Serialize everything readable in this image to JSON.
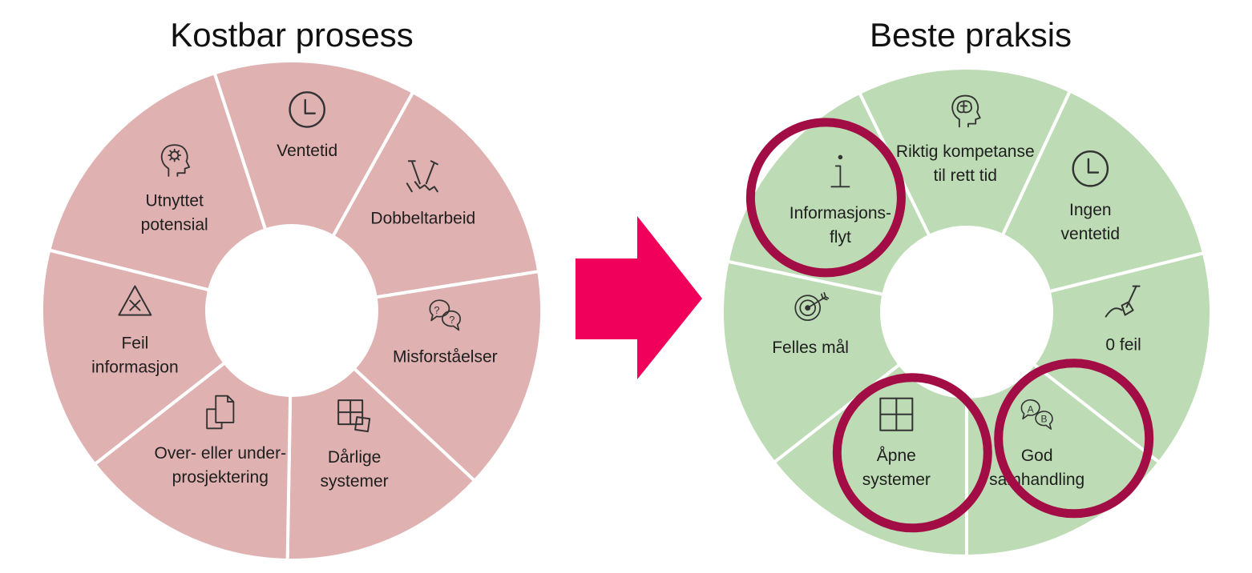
{
  "left_wheel": {
    "title": "Kostbar prosess",
    "color": "#dfb1b1",
    "segments": [
      {
        "lines": [
          "Ventetid"
        ],
        "icon": "clock-icon"
      },
      {
        "lines": [
          "Dobbeltarbeid"
        ],
        "icon": "double-work-icon"
      },
      {
        "lines": [
          "Misforståelser"
        ],
        "icon": "question-bubbles-icon"
      },
      {
        "lines": [
          "Dårlige",
          "systemer"
        ],
        "icon": "broken-grid-icon"
      },
      {
        "lines": [
          "Over- eller under-",
          "prosjektering"
        ],
        "icon": "documents-icon"
      },
      {
        "lines": [
          "Feil",
          "informasjon"
        ],
        "icon": "warning-x-icon"
      },
      {
        "lines": [
          "Utnyttet",
          "potensial"
        ],
        "icon": "head-gear-icon"
      }
    ]
  },
  "right_wheel": {
    "title": "Beste praksis",
    "color": "#bddbb4",
    "highlight_color": "#a30d45",
    "segments": [
      {
        "lines": [
          "Ingen",
          "ventetid"
        ],
        "icon": "clock-icon",
        "highlighted": false
      },
      {
        "lines": [
          "0 feil"
        ],
        "icon": "shovel-icon",
        "highlighted": false
      },
      {
        "lines": [
          "God",
          "samhandling"
        ],
        "icon": "ab-bubbles-icon",
        "highlighted": true
      },
      {
        "lines": [
          "Åpne",
          "systemer"
        ],
        "icon": "grid-icon",
        "highlighted": true
      },
      {
        "lines": [
          "Felles mål"
        ],
        "icon": "target-icon",
        "highlighted": false
      },
      {
        "lines": [
          "Informasjons-",
          "flyt"
        ],
        "icon": "info-icon",
        "highlighted": true
      },
      {
        "lines": [
          "Riktig kompetanse",
          "til rett tid"
        ],
        "icon": "brain-head-icon",
        "highlighted": false
      }
    ]
  },
  "arrow": {
    "color": "#f0005a",
    "icon": "right-arrow-icon"
  }
}
